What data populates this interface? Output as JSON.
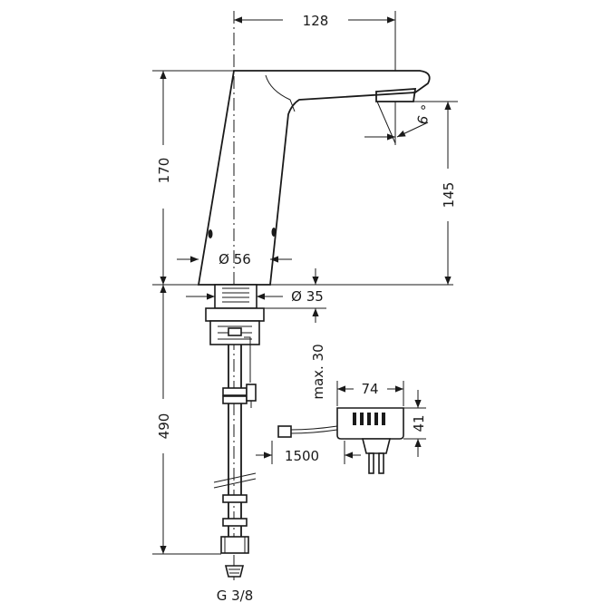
{
  "dimensions": {
    "spout_reach": "128",
    "total_height": "170",
    "outlet_height": "145",
    "spout_angle": "6 °",
    "body_diameter": "Ø 56",
    "shank_diameter": "Ø 35",
    "counter_thickness": "max. 30",
    "adapter_width": "74",
    "adapter_height": "41",
    "cable_length": "1500",
    "hose_length": "490",
    "connection_thread": "G 3/8"
  },
  "colors": {
    "line": "#1a1a1a",
    "background": "#ffffff"
  }
}
